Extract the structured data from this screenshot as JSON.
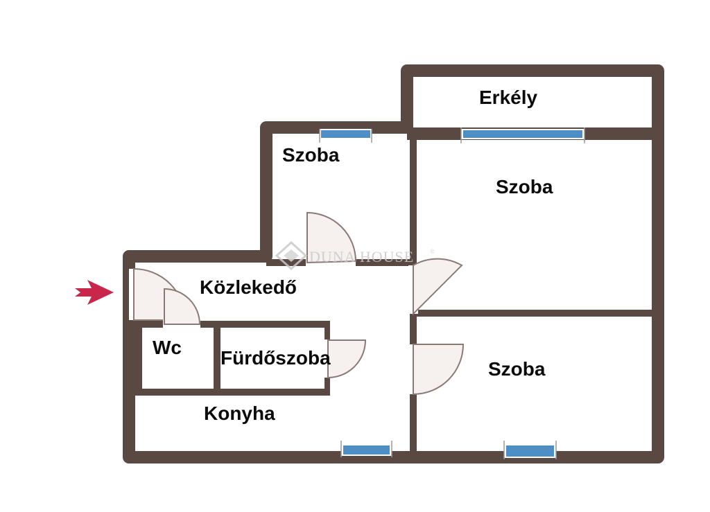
{
  "colors": {
    "wall": "#5a4843",
    "window": "#4d8fc4",
    "door": "#8a7a76",
    "door_fill": "#f6f1ef",
    "entrance_arrow": "#c8264a",
    "watermark": "#c9c9c9"
  },
  "watermark": {
    "text": "DUNA HOUSE",
    "mark": "®",
    "icon": "house-logo-icon"
  },
  "rooms": {
    "erkely": "Erkély",
    "szoba_small": "Szoba",
    "szoba_large": "Szoba",
    "szoba_lower": "Szoba",
    "kozlekedo": "Közlekedő",
    "wc": "Wc",
    "furdoszoba": "Fürdőszoba",
    "konyha": "Konyha"
  },
  "icons": {
    "entrance": "entrance-arrow-icon",
    "window": "window-icon",
    "door": "door-icon"
  }
}
